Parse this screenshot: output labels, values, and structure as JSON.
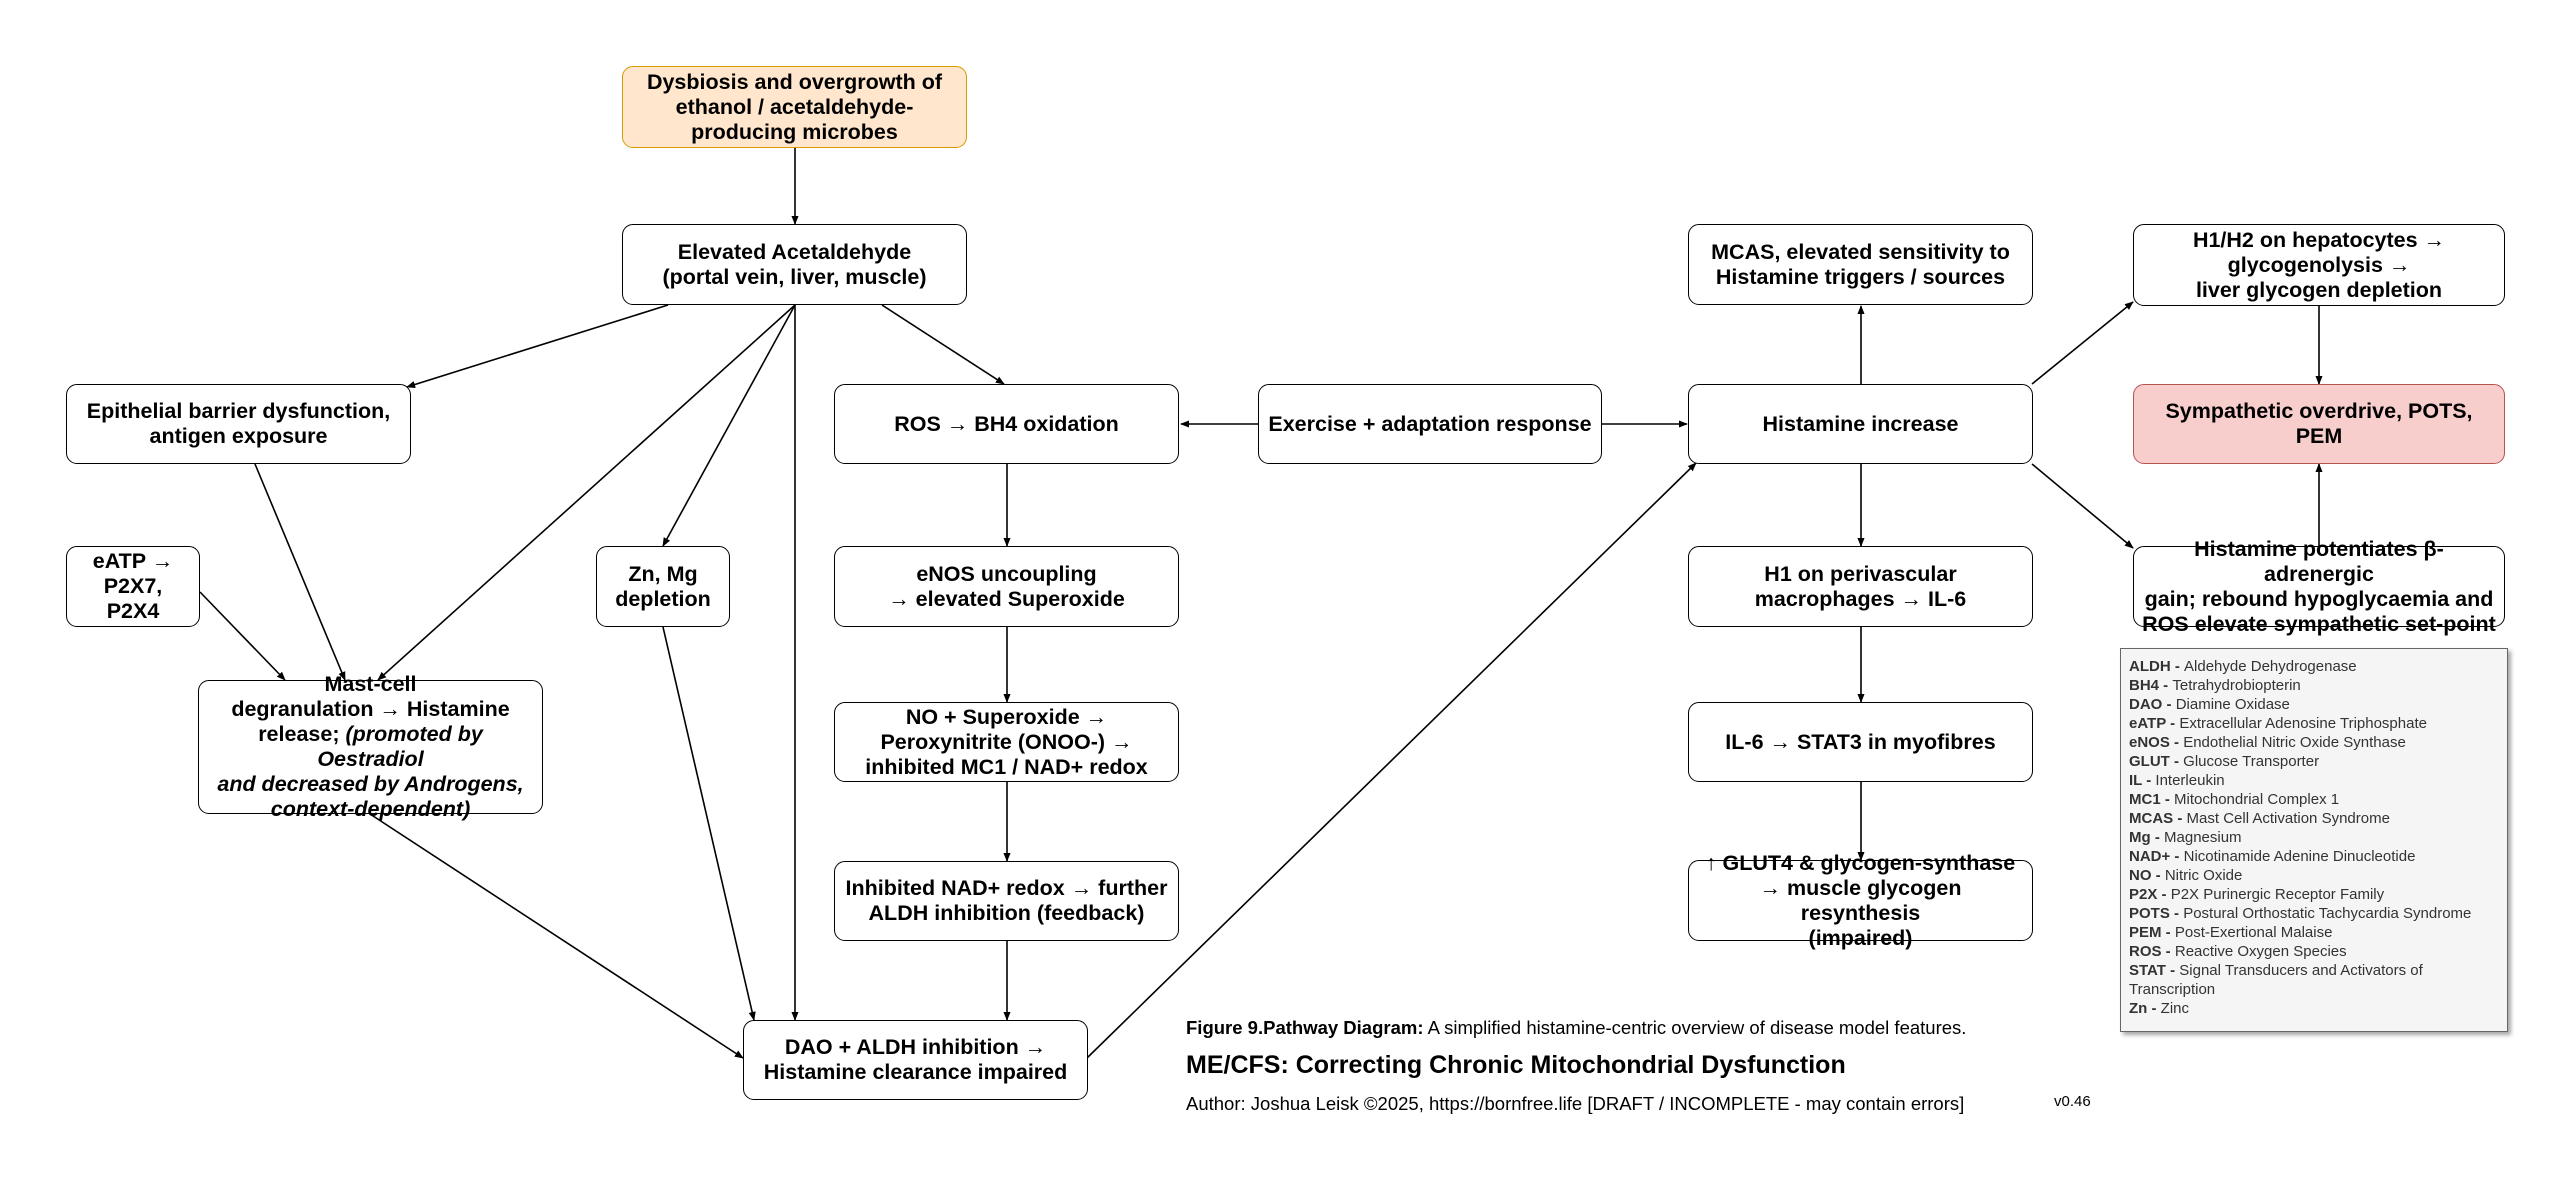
{
  "nodes": {
    "dysbiosis": "Dysbiosis and overgrowth of ethanol / acetaldehyde-producing microbes",
    "acetaldehyde": [
      "Elevated Acetaldehyde",
      "(portal vein, liver, muscle)"
    ],
    "epithelial": "Epithelial barrier dysfunction, antigen exposure",
    "eatp": [
      "eATP →",
      "P2X7, P2X4"
    ],
    "zn_mg": [
      "Zn, Mg",
      "depletion"
    ],
    "mastcell": {
      "line1": "Mast-cell",
      "line2": "degranulation → Histamine",
      "line3_plain": "release; ",
      "line3_italic": "(promoted by Oestradiol",
      "line4": "and decreased by Androgens,",
      "line5": "context-dependent)"
    },
    "ros_bh4": "ROS → BH4 oxidation",
    "enos": [
      "eNOS uncoupling",
      "→ elevated Superoxide"
    ],
    "peroxynitrite": [
      "NO + Superoxide →",
      "Peroxynitrite (ONOO-) →",
      "inhibited MC1 / NAD+ redox"
    ],
    "nad_redox": [
      "Inhibited NAD+ redox → further",
      "ALDH inhibition (feedback)"
    ],
    "dao_aldh": [
      "DAO + ALDH inhibition →",
      "Histamine clearance impaired"
    ],
    "exercise": "Exercise + adaptation response",
    "mcas": [
      "MCAS, elevated sensitivity to",
      "Histamine triggers / sources"
    ],
    "histamine": "Histamine increase",
    "h1_macro": [
      "H1 on perivascular",
      "macrophages → IL-6"
    ],
    "il6_stat3": "IL-6 → STAT3 in myofibres",
    "glut4": [
      "↑ GLUT4 & glycogen-synthase",
      "→ muscle glycogen resynthesis",
      "(impaired)"
    ],
    "h1h2_hepato": [
      "H1/H2 on hepatocytes →",
      "glycogenolysis →",
      "liver glycogen depletion"
    ],
    "sympathetic": "Sympathetic overdrive, POTS, PEM",
    "beta_adrenergic": [
      "Histamine potentiates β-adrenergic",
      "gain; rebound hypoglycaemia and",
      "ROS elevate sympathetic set-point"
    ]
  },
  "legend": [
    {
      "abbr": "ALDH",
      "text": "Aldehyde Dehydrogenase"
    },
    {
      "abbr": "BH4",
      "text": "Tetrahydrobiopterin"
    },
    {
      "abbr": "DAO",
      "text": "Diamine Oxidase"
    },
    {
      "abbr": "eATP",
      "text": "Extracellular Adenosine Triphosphate"
    },
    {
      "abbr": "eNOS",
      "text": "Endothelial Nitric Oxide Synthase"
    },
    {
      "abbr": "GLUT",
      "text": "Glucose Transporter"
    },
    {
      "abbr": "IL",
      "text": "Interleukin"
    },
    {
      "abbr": "MC1",
      "text": "Mitochondrial Complex 1"
    },
    {
      "abbr": "MCAS",
      "text": "Mast Cell Activation Syndrome"
    },
    {
      "abbr": "Mg",
      "text": "Magnesium"
    },
    {
      "abbr": "NAD+",
      "text": "Nicotinamide Adenine Dinucleotide"
    },
    {
      "abbr": "NO",
      "text": "Nitric Oxide"
    },
    {
      "abbr": "P2X",
      "text": "P2X Purinergic Receptor Family"
    },
    {
      "abbr": "POTS",
      "text": "Postural Orthostatic Tachycardia Syndrome"
    },
    {
      "abbr": "PEM",
      "text": "Post-Exertional Malaise"
    },
    {
      "abbr": "ROS",
      "text": "Reactive Oxygen Species"
    },
    {
      "abbr": "STAT",
      "text": "Signal Transducers and Activators of Transcription"
    },
    {
      "abbr": "Zn",
      "text": "Zinc"
    }
  ],
  "caption": {
    "figure_label": "Figure 9.",
    "figure_bold": "Pathway Diagram:",
    "figure_text": " A simplified histamine-centric overview of disease model features.",
    "title": "ME/CFS: Correcting Chronic Mitochondrial Dysfunction",
    "author": "Author: Joshua Leisk ©2025, https://bornfree.life [DRAFT / INCOMPLETE - may contain errors]",
    "version": "v0.46"
  },
  "colors": {
    "start_fill": "#ffe6cc",
    "start_stroke": "#d79b00",
    "outcome_fill": "#f8cecc",
    "outcome_stroke": "#b85450",
    "legend_fill": "#f5f5f5"
  }
}
